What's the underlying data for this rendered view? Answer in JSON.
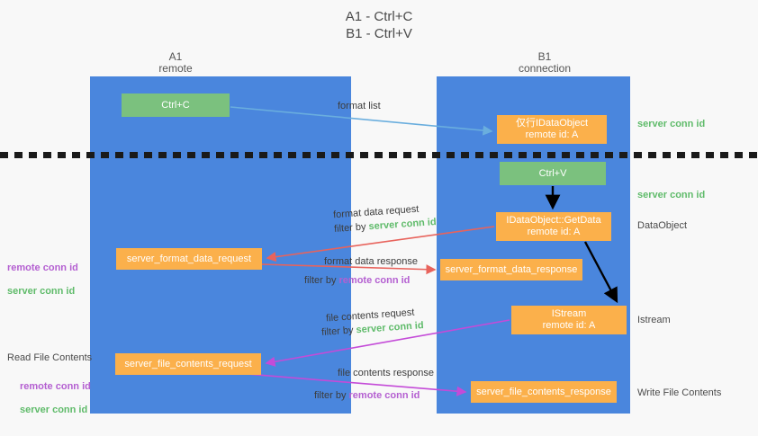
{
  "title": "A1 - Ctrl+C\nB1 - Ctrl+V",
  "lanes": [
    {
      "name": "lane-a1",
      "header": "A1\nremote"
    },
    {
      "name": "lane-b1",
      "header": "B1\nconnection"
    }
  ],
  "boxes": {
    "ctrl_c": "Ctrl+C",
    "ctrl_v": "Ctrl+V",
    "idataobject": "仅行IDataObject\nremote id: A",
    "getdata": "IDataObject::GetData\nremote id: A",
    "istream": "IStream\nremote id: A",
    "server_format_data_request": "server_format_data_request",
    "server_format_data_response": "server_format_data_response",
    "server_file_contents_request": "server_file_contents_request",
    "server_file_contents_response": "server_file_contents_response"
  },
  "side_labels": {
    "server_conn_id_top": "server conn id",
    "server_conn_id_mid": "server conn id",
    "dataobject": "DataObject",
    "istream": "Istream",
    "write_file_contents": "Write File Contents",
    "read_file_contents": "Read File Contents",
    "remote_conn_id": "remote conn id",
    "server_conn_id": "server conn id"
  },
  "edges": {
    "format_list": "format list",
    "format_data_request": "format data request",
    "filter_by": "filter by",
    "server_conn_id": "server conn id",
    "remote_conn_id": "remote conn id",
    "format_data_response": "format data response",
    "file_contents_request": "file contents request",
    "file_contents_response": "file contents response"
  },
  "colors": {
    "lane": "#4a86dd",
    "green_box": "#7bc17e",
    "orange_box": "#fbb04b",
    "green_text": "#5fbb6a",
    "purple_text": "#b45fd1",
    "blue_arrow": "#6aaede",
    "red_arrow": "#e8635c",
    "magenta_arrow": "#c44bd8",
    "black_arrow": "#000000",
    "background": "#f8f8f8"
  }
}
